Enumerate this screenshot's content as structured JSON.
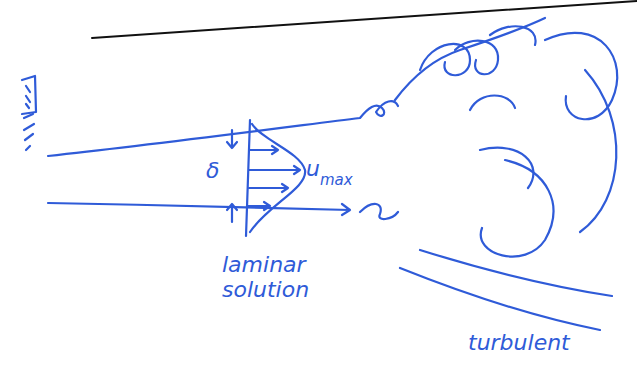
{
  "diagram": {
    "labels": [
      "δ",
      "u",
      "max",
      "laminar solution",
      "turbulent"
    ]
  }
}
